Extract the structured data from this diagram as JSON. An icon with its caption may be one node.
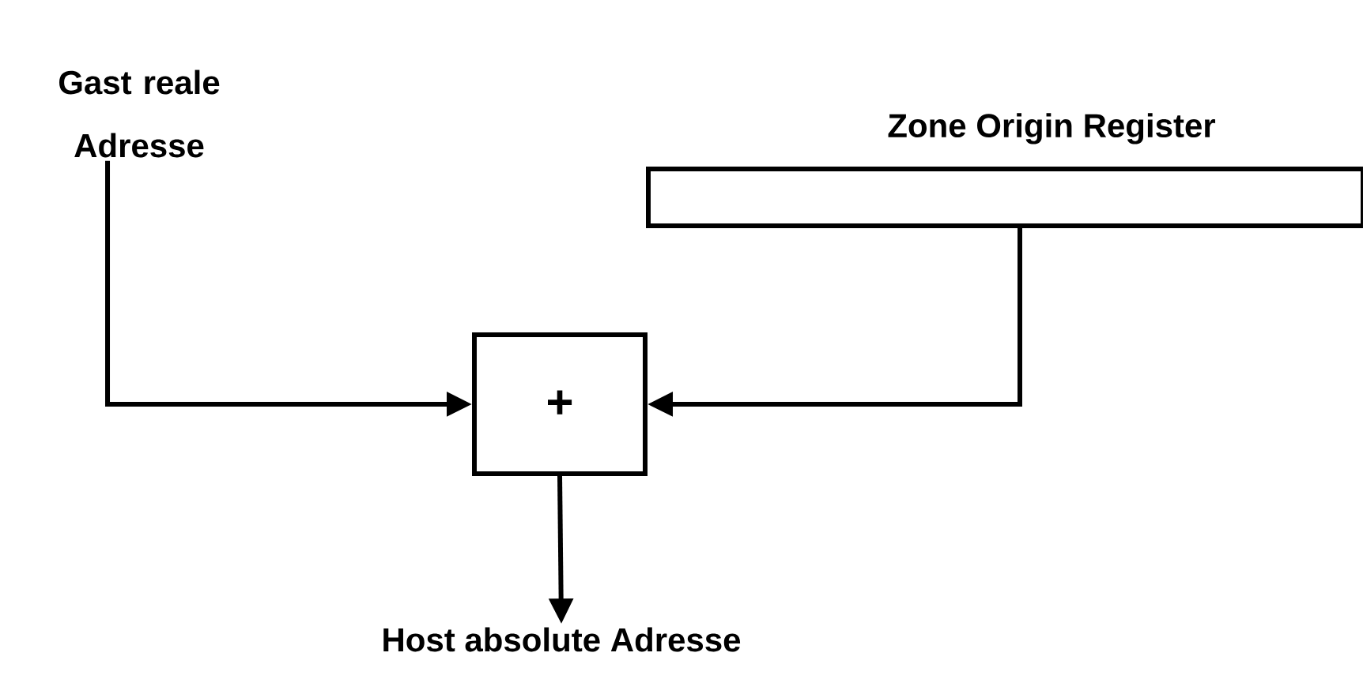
{
  "diagram": {
    "nodes": [
      {
        "text": [
          "Gast reale Adresse"
        ]
      },
      {
        "text": [
          "Zone Origin Register"
        ]
      },
      {
        "text": [
          "+"
        ]
      },
      {
        "text": [
          "Host absolute Adresse"
        ]
      }
    ],
    "edges": [
      {
        "from": 0,
        "to": 2,
        "arrow": "to"
      },
      {
        "from": 1,
        "to": 2,
        "arrow": "to"
      },
      {
        "from": 2,
        "to": 3,
        "arrow": "to"
      }
    ]
  }
}
